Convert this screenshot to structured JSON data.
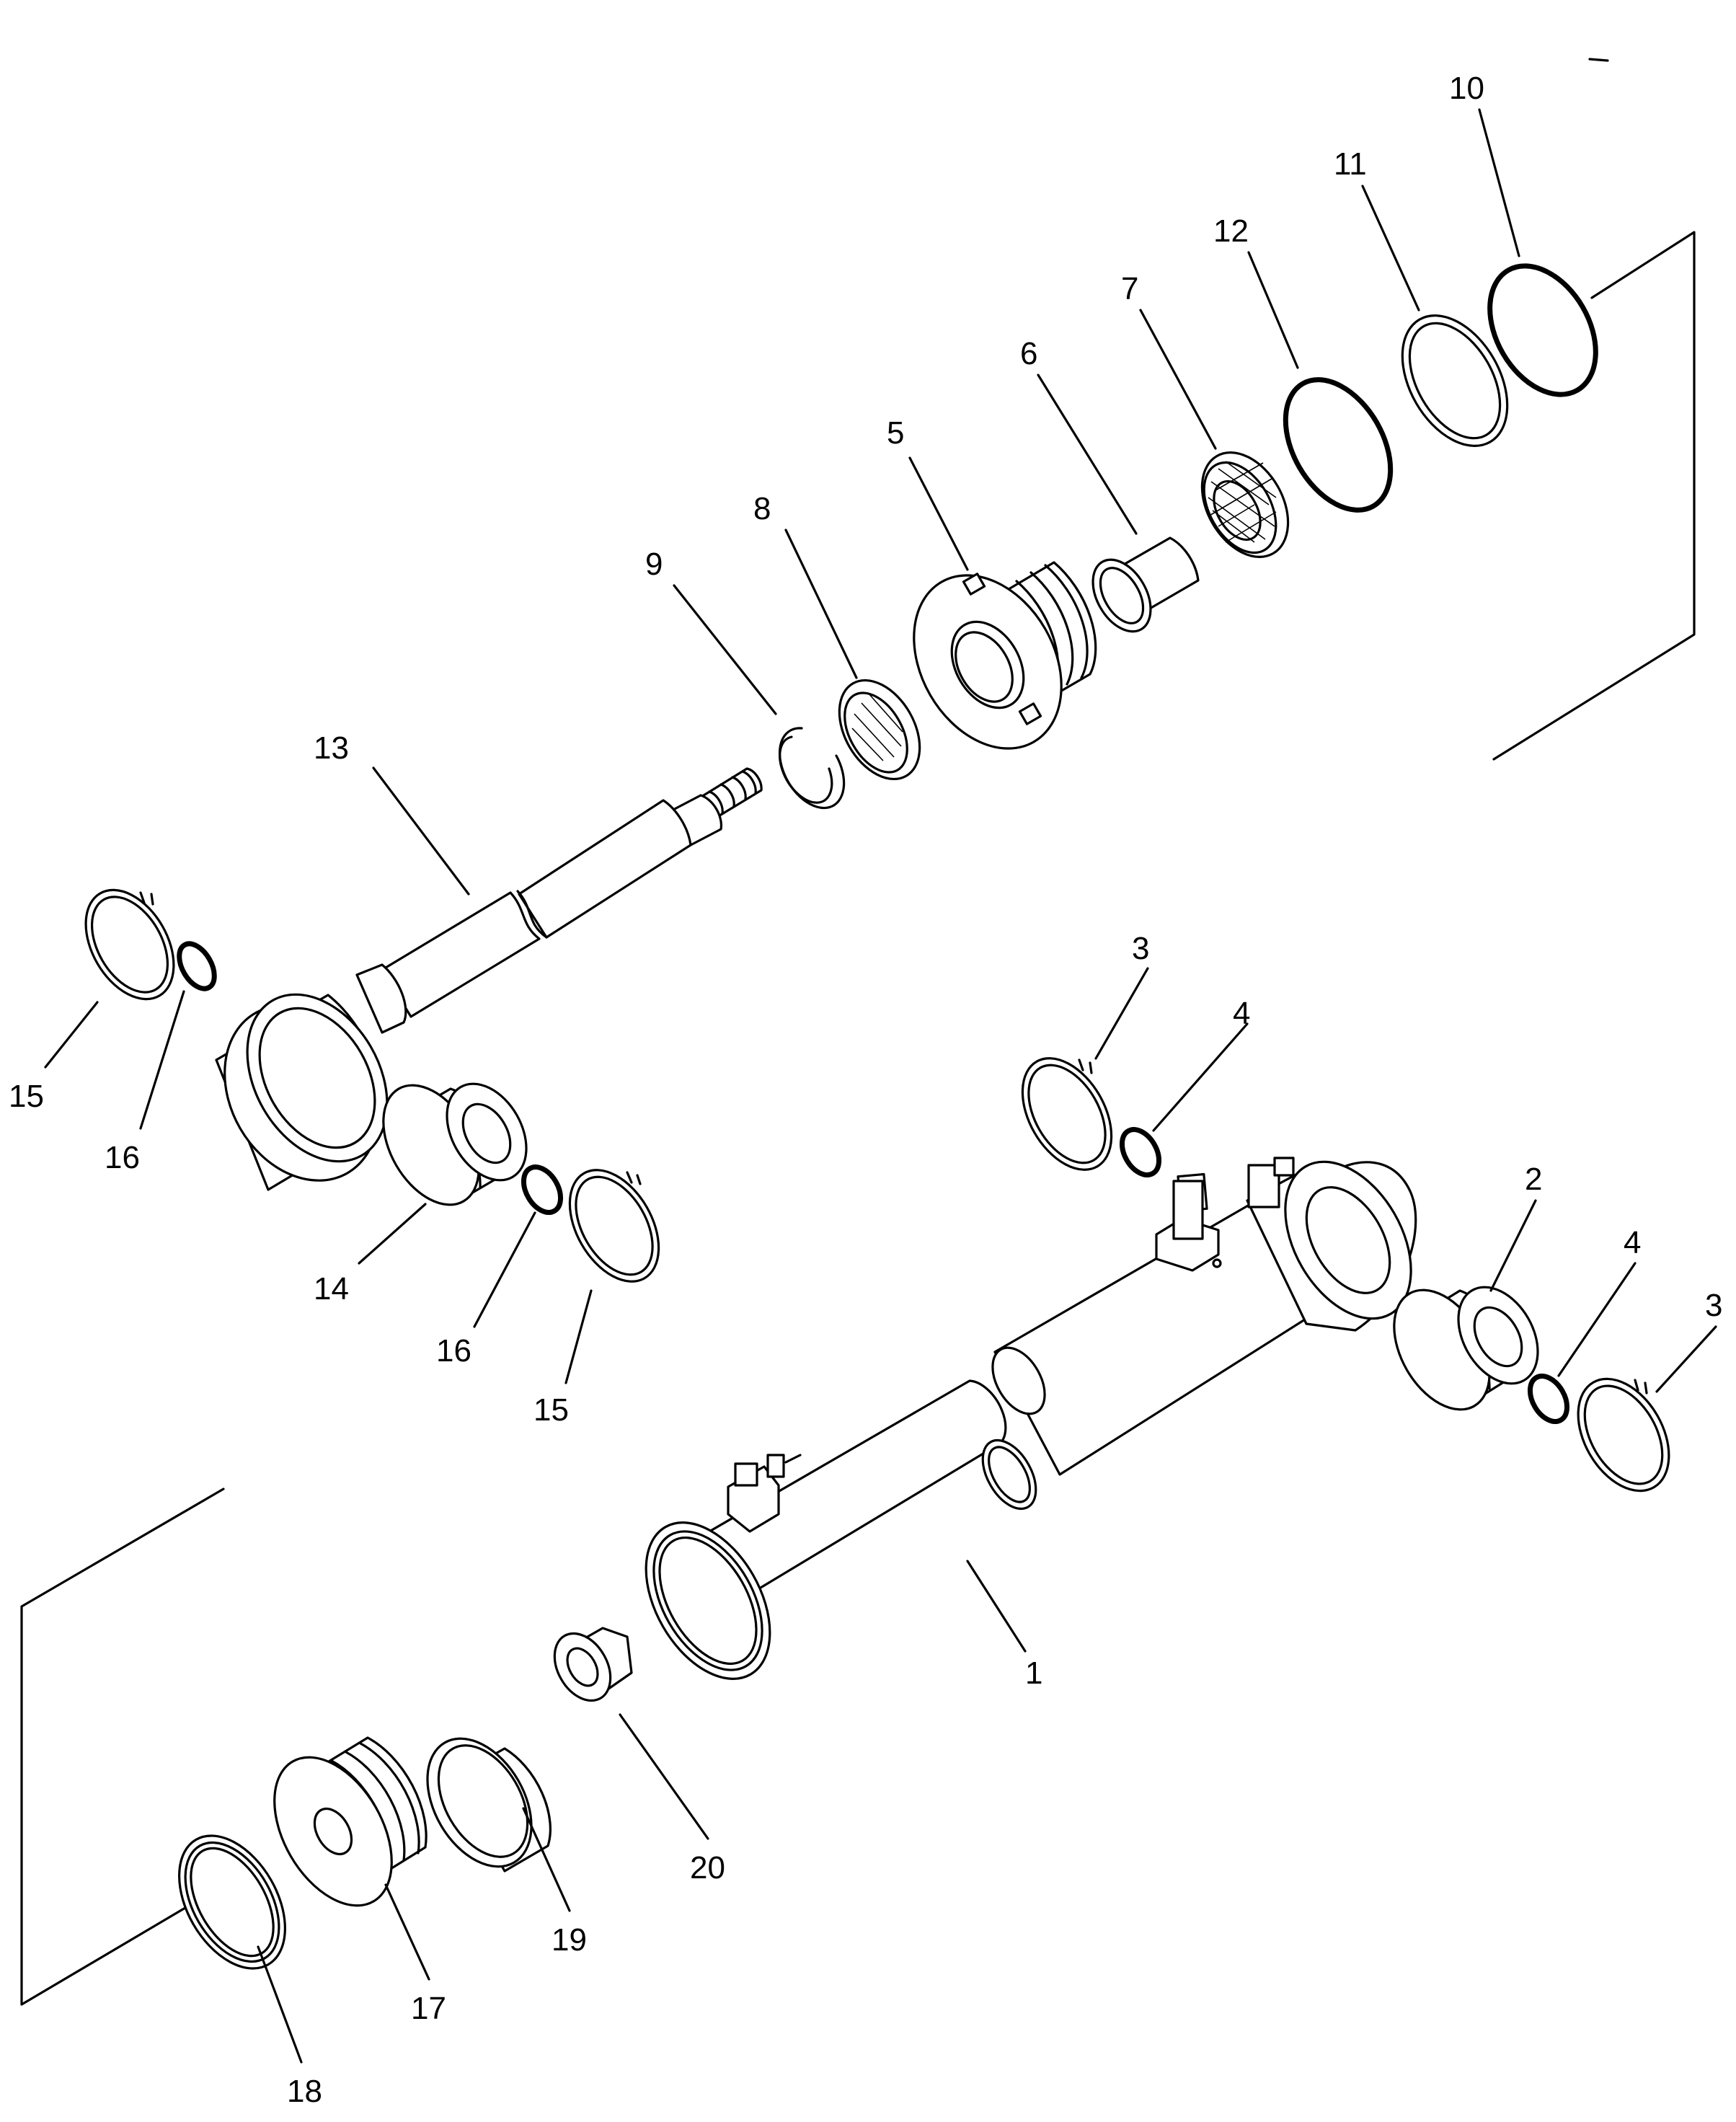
{
  "callouts": [
    {
      "id": "c10",
      "text": "10"
    },
    {
      "id": "c11",
      "text": "11"
    },
    {
      "id": "c12",
      "text": "12"
    },
    {
      "id": "c7",
      "text": "7"
    },
    {
      "id": "c6",
      "text": "6"
    },
    {
      "id": "c5",
      "text": "5"
    },
    {
      "id": "c8",
      "text": "8"
    },
    {
      "id": "c9",
      "text": "9"
    },
    {
      "id": "c13",
      "text": "13"
    },
    {
      "id": "c15a",
      "text": "15"
    },
    {
      "id": "c16a",
      "text": "16"
    },
    {
      "id": "c14",
      "text": "14"
    },
    {
      "id": "c16b",
      "text": "16"
    },
    {
      "id": "c15b",
      "text": "15"
    },
    {
      "id": "c3a",
      "text": "3"
    },
    {
      "id": "c4a",
      "text": "4"
    },
    {
      "id": "c2",
      "text": "2"
    },
    {
      "id": "c4b",
      "text": "4"
    },
    {
      "id": "c3b",
      "text": "3"
    },
    {
      "id": "c1",
      "text": "1"
    },
    {
      "id": "c20",
      "text": "20"
    },
    {
      "id": "c19",
      "text": "19"
    },
    {
      "id": "c17",
      "text": "17"
    },
    {
      "id": "c18",
      "text": "18"
    }
  ]
}
